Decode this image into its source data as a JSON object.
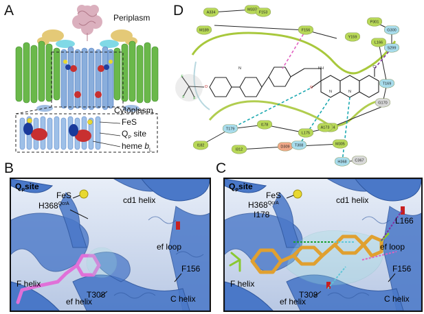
{
  "panels": {
    "A": {
      "letter": "A",
      "periplasm": "Periplasm",
      "cytoplasm": "Cytoplasm",
      "legend": {
        "fes": "FeS",
        "qp_main": "Q",
        "qp_sub": "P",
        "qp_rest": " site",
        "heme_main": "heme ",
        "heme_b": "b",
        "heme_sub": "L"
      }
    },
    "B": {
      "letter": "B",
      "qp_main": "Q",
      "qp_sub": "P",
      "qp_rest": "site",
      "fes": "FeS",
      "h368_main": "H368",
      "h368_sup": "QcrA",
      "cd1": "cd1 helix",
      "efloop": "ef loop",
      "f156": "F156",
      "fhelix": "F helix",
      "t308": "T308",
      "efhelix": "ef helix",
      "chelix": "C helix"
    },
    "C": {
      "letter": "C",
      "qp_main": "Q",
      "qp_sub": "P",
      "qp_rest": "site",
      "fes": "FeS",
      "h368_main": "H368",
      "h368_sup": "QcrA",
      "i178": "I178",
      "cd1": "cd1 helix",
      "l166": "L166",
      "efloop": "ef loop",
      "f156": "F156",
      "fhelix": "F helix",
      "t308": "T308",
      "efhelix": "ef helix",
      "chelix": "C helix"
    },
    "D": {
      "letter": "D",
      "residues": [
        "A334",
        "M337",
        "M189",
        "F153",
        "F156",
        "Y159",
        "P301",
        "G300",
        "S299",
        "L166",
        "T169",
        "G170",
        "T179",
        "I178",
        "A174",
        "A173",
        "L175",
        "I182",
        "I312",
        "D309",
        "T308",
        "M305",
        "H368",
        "C367"
      ],
      "atoms": {
        "n1": "N",
        "n2": "N",
        "n3": "N",
        "nh": "NH",
        "o1": "O",
        "cl": "Cl",
        "o2": "O",
        "f1": "F",
        "f2": "F",
        "f3": "F"
      }
    }
  },
  "colors": {
    "protein": "#4a78c8",
    "ligand_b": "#e070d8",
    "ligand_c": "#e0a030",
    "fes_yellow": "#e8d830",
    "heme_red": "#c83030",
    "membrane_green": "#5ab040",
    "pocket_green": "#a8c83c",
    "hbond_cyan": "#1aa8b0",
    "pi_pink": "#e060c0",
    "halogen_purple": "#8030a0"
  }
}
